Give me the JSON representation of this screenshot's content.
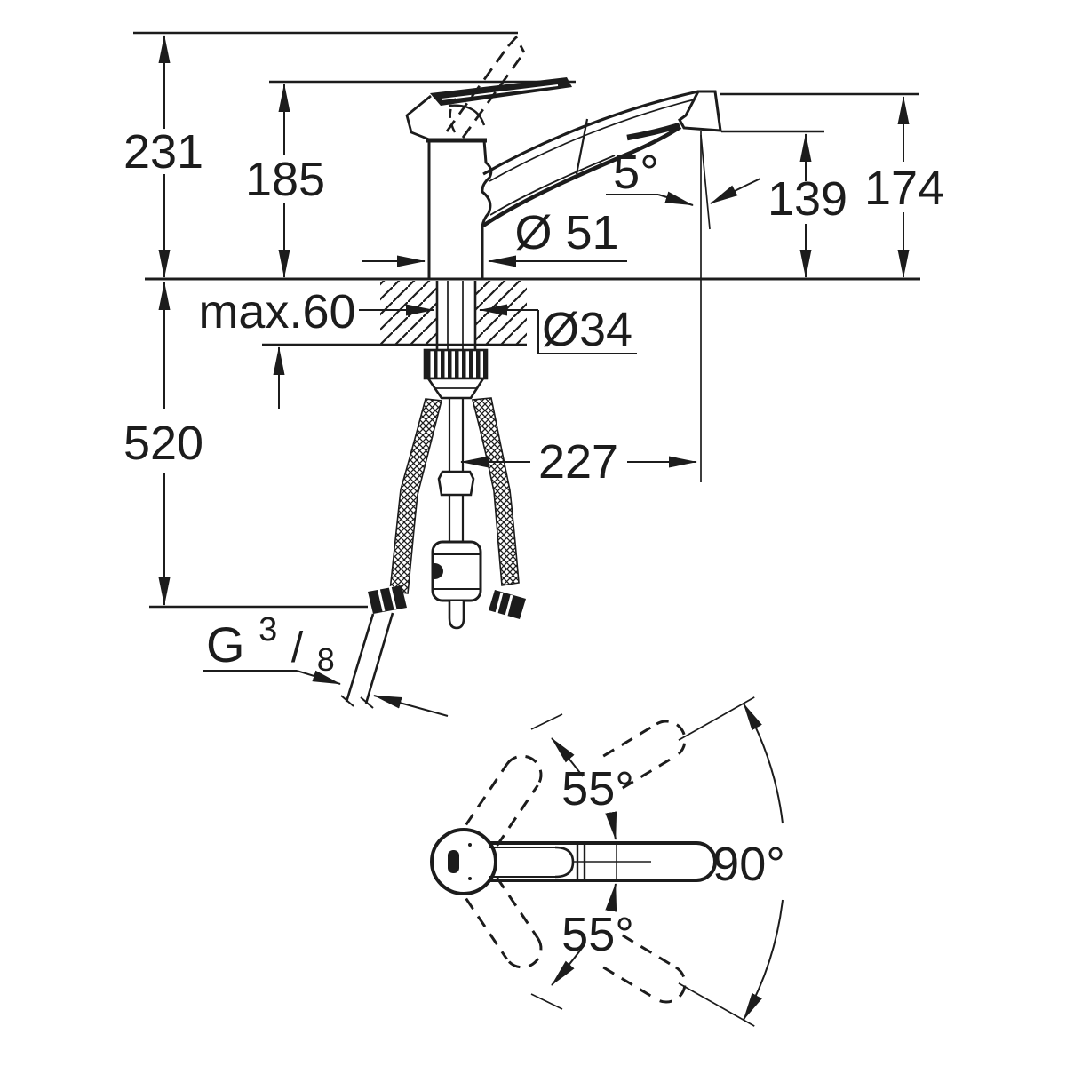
{
  "drawing_type": "faucet installation dimension drawing",
  "side_view": {
    "raised_lever_height": "231",
    "lever_height": "185",
    "spout_top_height": "174",
    "outlet_height": "139",
    "outlet_tilt_angle": "5°",
    "base_diameter": "Ø 51",
    "hole_diameter": "Ø34",
    "max_deck_thickness": "max.60",
    "hose_drop_length": "520",
    "spout_reach": "227",
    "thread": {
      "letter": "G",
      "numerator": "3",
      "slash": "/",
      "denominator": "8"
    }
  },
  "top_view": {
    "swivel_upper": "55°",
    "swivel_lower": "55°",
    "swivel_total": "90°"
  },
  "colors": {
    "ink": "#1c1c1c",
    "background": "#ffffff"
  }
}
